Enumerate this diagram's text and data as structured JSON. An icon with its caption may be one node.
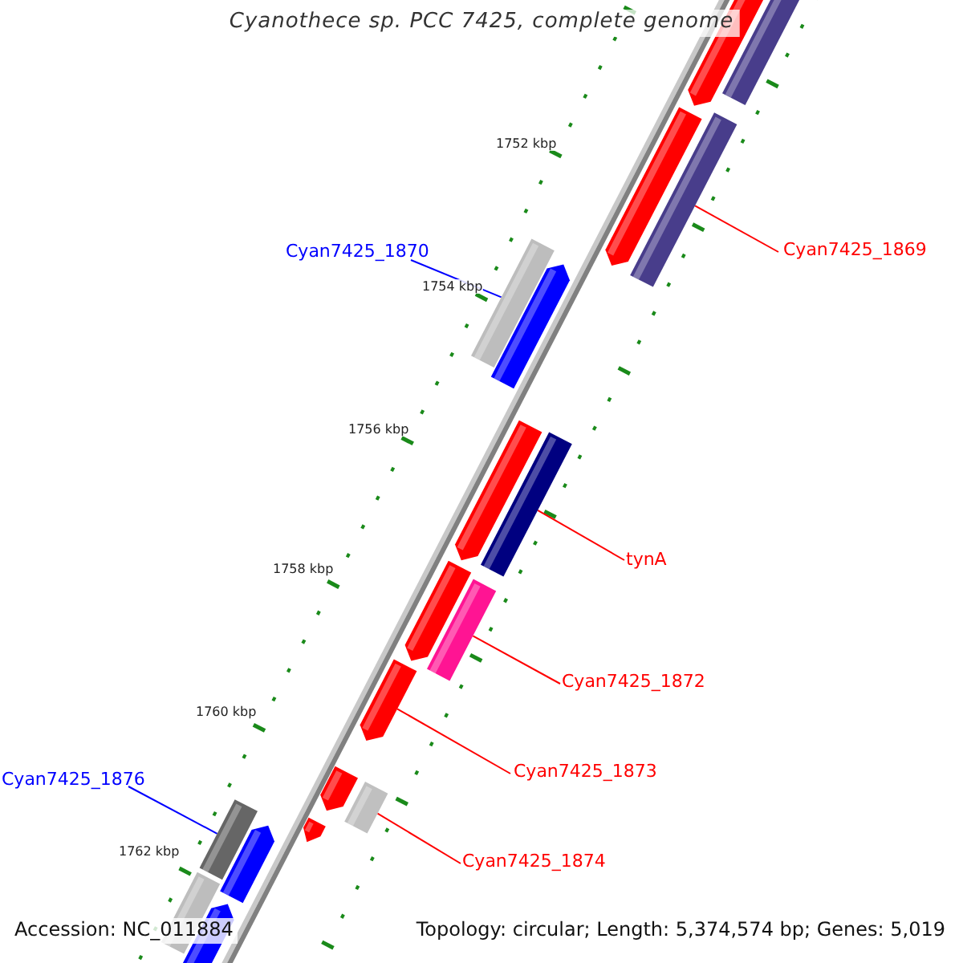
{
  "diagram": {
    "title": "Cyanothece sp. PCC 7425, complete genome",
    "nodes": [
      {
        "text": [
          "Cyan7425_1869"
        ]
      },
      {
        "text": [],
        "shape": "bar"
      },
      {
        "text": [
          "Cyan7425_1870"
        ]
      },
      {
        "text": [],
        "shape": "bar"
      },
      {
        "text": [
          "tynA"
        ]
      },
      {
        "text": [],
        "shape": "bar"
      },
      {
        "text": [
          "Cyan7425_1872"
        ]
      },
      {
        "text": [],
        "shape": "bar"
      },
      {
        "text": [
          "Cyan7425_1873"
        ]
      },
      {
        "text": [],
        "shape": "bar"
      },
      {
        "text": [
          "Cyan7425_1874"
        ]
      },
      {
        "text": [],
        "shape": "bar"
      },
      {
        "text": [
          "Cyan7425_1876"
        ]
      },
      {
        "text": [],
        "shape": "bar"
      },
      {
        "text": [],
        "shape": "bar"
      }
    ],
    "edges": [
      {
        "from": 0,
        "to": 1,
        "arrow": "none"
      },
      {
        "from": 2,
        "to": 3,
        "arrow": "none",
        "color": "#0000ff"
      },
      {
        "from": 4,
        "to": 5,
        "arrow": "none"
      },
      {
        "from": 6,
        "to": 7,
        "arrow": "none"
      },
      {
        "from": 8,
        "to": 9,
        "arrow": "none"
      },
      {
        "from": 10,
        "to": 11,
        "arrow": "none"
      },
      {
        "from": 12,
        "to": 13,
        "arrow": "none",
        "color": "#0000ff"
      }
    ],
    "labels": [
      "1752 kbp",
      "1754 kbp",
      "1756 kbp",
      "1758 kbp",
      "1760 kbp",
      "1762 kbp",
      "Accession: NC_011884",
      "Topology: circular; Length: 5,374,574 bp; Genes: 5,019"
    ]
  }
}
